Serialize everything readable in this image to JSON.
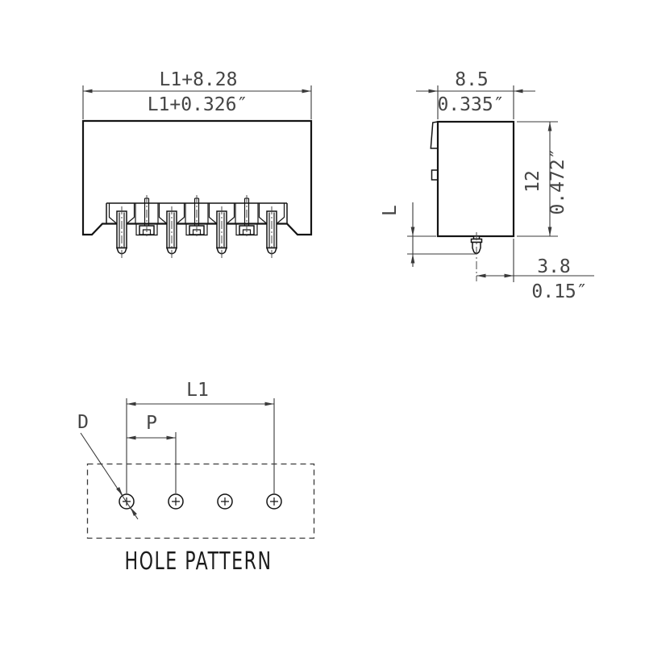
{
  "front_view": {
    "label": "connector front view",
    "width_dim_metric": "L1+8.28",
    "width_dim_imperial": "L1+0.326″",
    "long_pin_count": 4,
    "short_pin_count": 3
  },
  "side_view": {
    "label": "connector side view",
    "width_dim_metric": "8.5",
    "width_dim_imperial": "0.335″",
    "height_dim_metric": "12",
    "height_dim_imperial": "0.472″",
    "pin_length_label": "L",
    "pin_to_edge_metric": "3.8",
    "pin_to_edge_imperial": "0.15″"
  },
  "hole_pattern": {
    "caption": "HOLE PATTERN",
    "span_label": "L1",
    "pitch_label": "P",
    "diameter_label": "D",
    "hole_count": 4
  },
  "colors": {
    "background": "#ffffff",
    "outline": "#141414",
    "dimension": "#3a3a3a",
    "text": "#454545"
  }
}
